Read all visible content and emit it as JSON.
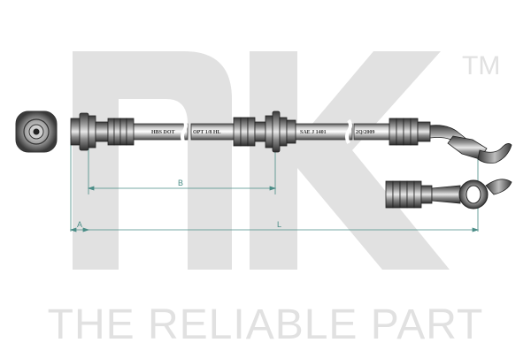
{
  "brand": {
    "logo": "NK",
    "trademark": "TM",
    "tagline": "THE RELIABLE PART"
  },
  "hose_markings": [
    "HBS DOT",
    "OPT 1/8 HL",
    "SAE J 1401",
    "2Q/2009"
  ],
  "dimensions": {
    "a_label": "A",
    "b_label": "B",
    "l_label": "L"
  },
  "colors": {
    "watermark": "#e1e1e1",
    "dimension_line": "#4a8c86",
    "hose_body": "#8a8a8a",
    "fitting": "#6a6a6a"
  }
}
